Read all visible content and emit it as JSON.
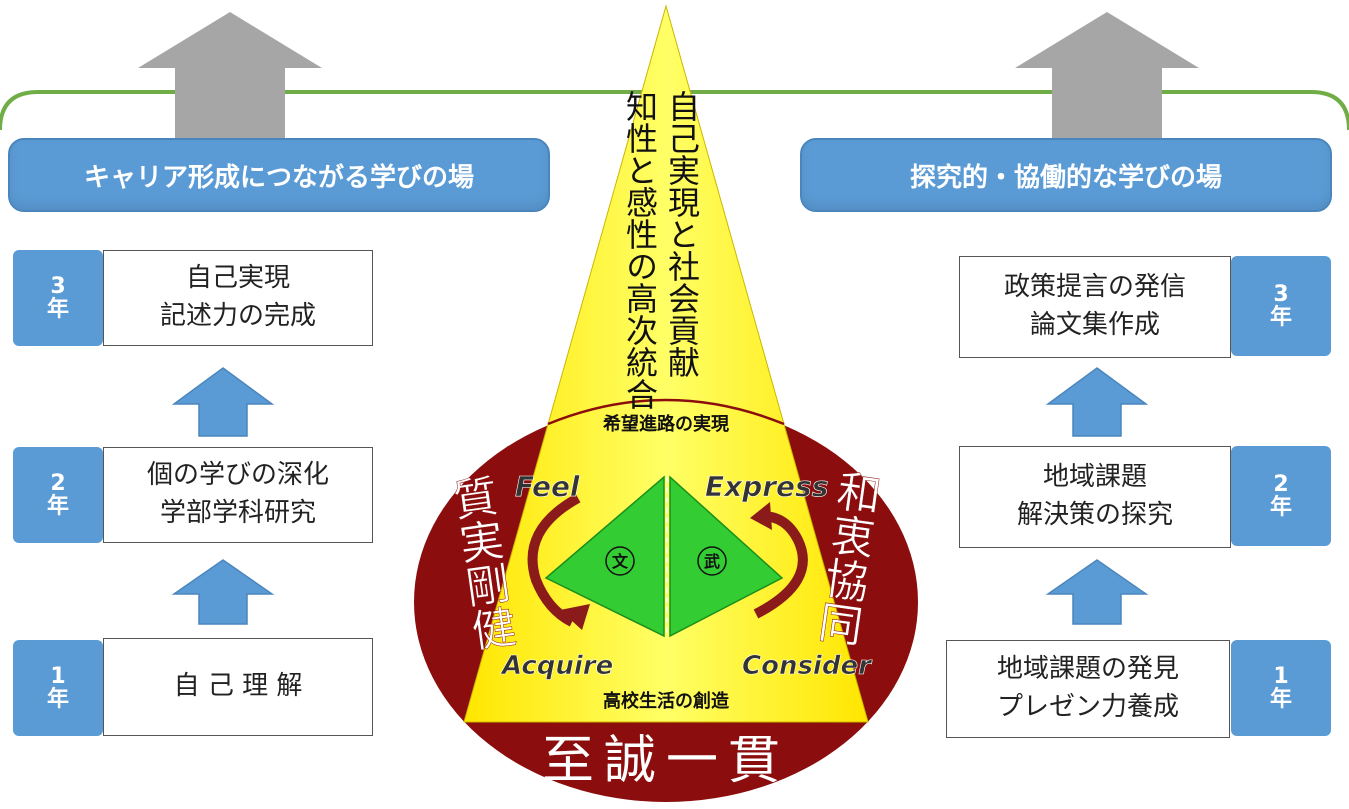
{
  "left": {
    "header": "キャリア形成につながる学びの場",
    "rows": [
      {
        "tab": [
          "3",
          "年"
        ],
        "lines": [
          "自己実現",
          "記述力の完成"
        ]
      },
      {
        "tab": [
          "2",
          "年"
        ],
        "lines": [
          "個の学びの深化",
          "学部学科研究"
        ]
      },
      {
        "tab": [
          "1",
          "年"
        ],
        "lines": [
          "自 己 理 解"
        ]
      }
    ]
  },
  "right": {
    "header": "探究的・協働的な学びの場",
    "rows": [
      {
        "tab": [
          "3",
          "年"
        ],
        "lines": [
          "政策提言の発信",
          "論文集作成"
        ]
      },
      {
        "tab": [
          "2",
          "年"
        ],
        "lines": [
          "地域課題",
          "解決策の探究"
        ]
      },
      {
        "tab": [
          "1",
          "年"
        ],
        "lines": [
          "地域課題の発見",
          "プレゼン力養成"
        ]
      }
    ]
  },
  "center": {
    "peak_col1": "自己実現と社会貢献",
    "peak_col2": "知性と感性の高次統合",
    "arc_top": "希望進路の実現",
    "bottom_inner": "高校生活の創造",
    "bottom_banner": "至誠一貫",
    "left_side": "質実剛健",
    "right_side": "和衷協同",
    "words": {
      "feel": "Feel",
      "express": "Express",
      "acquire": "Acquire",
      "consider": "Consider"
    },
    "seals": {
      "bun": "文",
      "bu": "武"
    }
  },
  "colors": {
    "blue": "#5b9bd5",
    "green": "#70ad47",
    "grey": "#a6a6a6",
    "maroon": "#8b0d0d",
    "yellow": "#ffff00",
    "leaf": "#33cc33"
  }
}
